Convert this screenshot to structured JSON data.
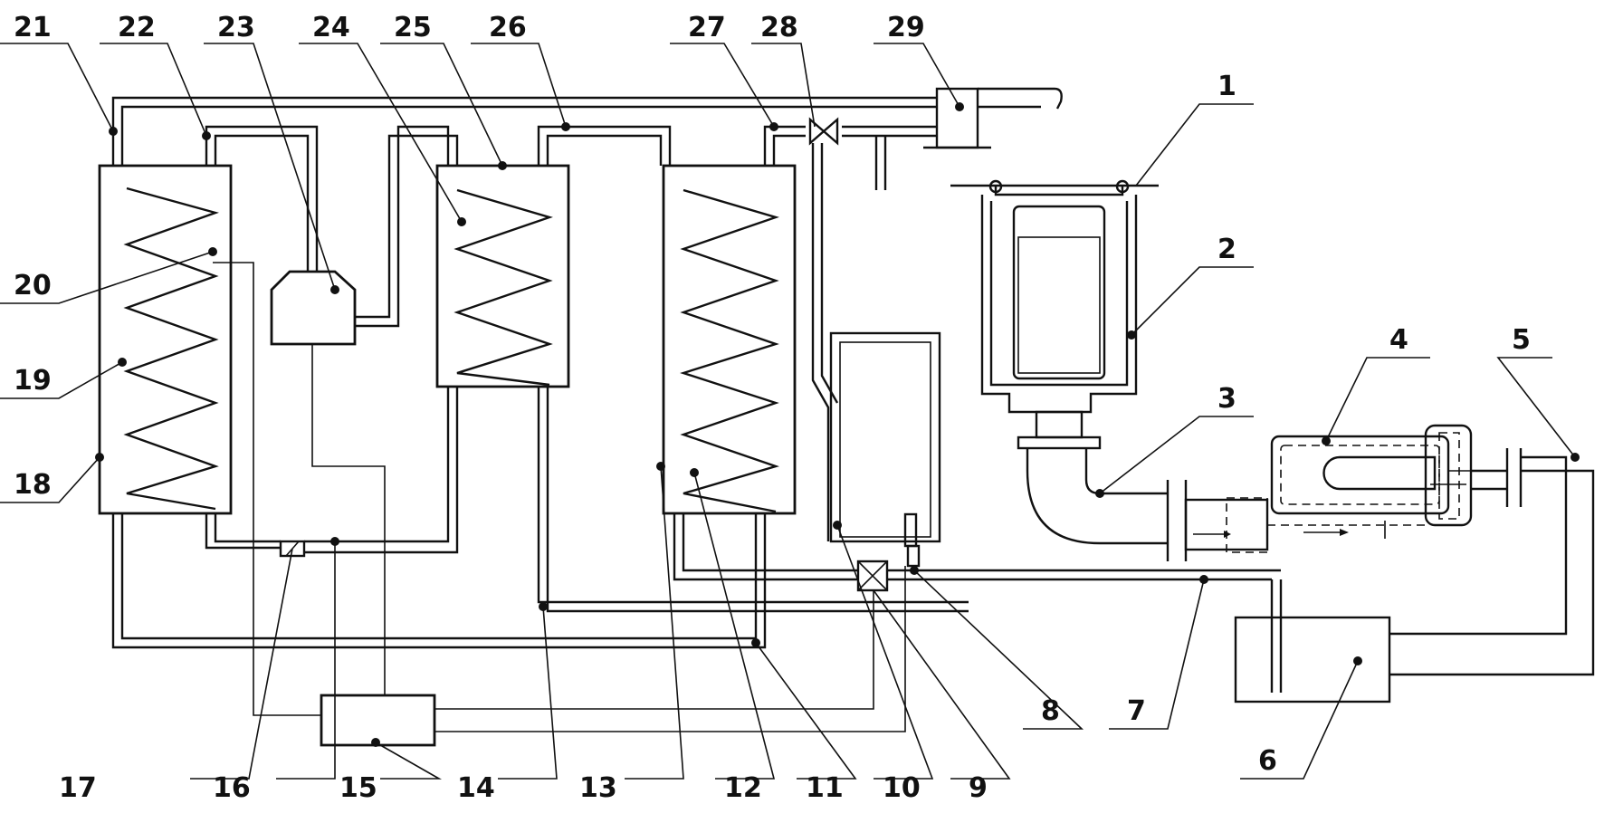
{
  "callouts": {
    "n1": "1",
    "n2": "2",
    "n3": "3",
    "n4": "4",
    "n5": "5",
    "n6": "6",
    "n7": "7",
    "n8": "8",
    "n9": "9",
    "n10": "10",
    "n11": "11",
    "n12": "12",
    "n13": "13",
    "n14": "14",
    "n15": "15",
    "n16": "16",
    "n17": "17",
    "n18": "18",
    "n19": "19",
    "n20": "20",
    "n21": "21",
    "n22": "22",
    "n23": "23",
    "n24": "24",
    "n25": "25",
    "n26": "26",
    "n27": "27",
    "n28": "28",
    "n29": "29"
  },
  "colors": {
    "ink": "#111111",
    "background": "#ffffff"
  }
}
